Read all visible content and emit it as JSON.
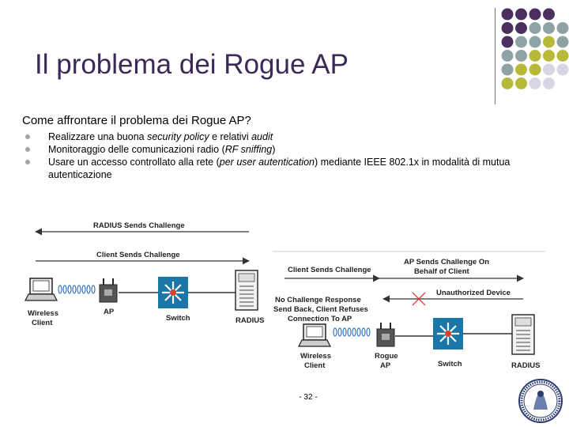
{
  "slide": {
    "title": "Il problema dei Rogue AP",
    "question": "Come affrontare il problema dei Rogue AP?",
    "bullets": [
      [
        {
          "t": "Realizzare una buona "
        },
        {
          "t": "security policy",
          "i": true
        },
        {
          "t": " e relativi "
        },
        {
          "t": "audit",
          "i": true
        }
      ],
      [
        {
          "t": "Monitoraggio delle comunicazioni radio ("
        },
        {
          "t": "RF sniffing",
          "i": true
        },
        {
          "t": ")"
        }
      ],
      [
        {
          "t": "Usare un accesso controllato alla rete ("
        },
        {
          "t": "per user autentication",
          "i": true
        },
        {
          "t": ") mediante IEEE 802.1x in modalità di mutua autenticazione"
        }
      ]
    ],
    "page_number": "- 32 -"
  },
  "diagram": {
    "left": {
      "arrow_top": "RADIUS Sends Challenge",
      "arrow_bottom": "Client Sends Challenge",
      "nodes": {
        "client_line1": "Wireless",
        "client_line2": "Client",
        "ap": "AP",
        "switch": "Switch",
        "radius": "RADIUS"
      }
    },
    "right": {
      "arrow_client_challenge": "Client Sends Challenge",
      "arrow_ap_line1": "AP Sends Challenge On",
      "arrow_ap_line2": "Behalf of Client",
      "unauthorized": "Unauthorized Device",
      "response_lines": [
        "No Challenge Response",
        "Send Back, Client Refuses",
        "Connection To AP"
      ],
      "nodes": {
        "client_line1": "Wireless",
        "client_line2": "Client",
        "ap_line1": "Rogue",
        "ap_line2": "AP",
        "switch": "Switch",
        "radius": "RADIUS"
      }
    }
  },
  "colors": {
    "title": "#3b2a58",
    "dot_purple": "#4b2f5e",
    "dot_gray": "#8fa3a6",
    "dot_olive": "#b7b938",
    "dot_light": "#d8d6e2",
    "switch_blue": "#1a76a6",
    "bullet": "#9aa99a"
  }
}
